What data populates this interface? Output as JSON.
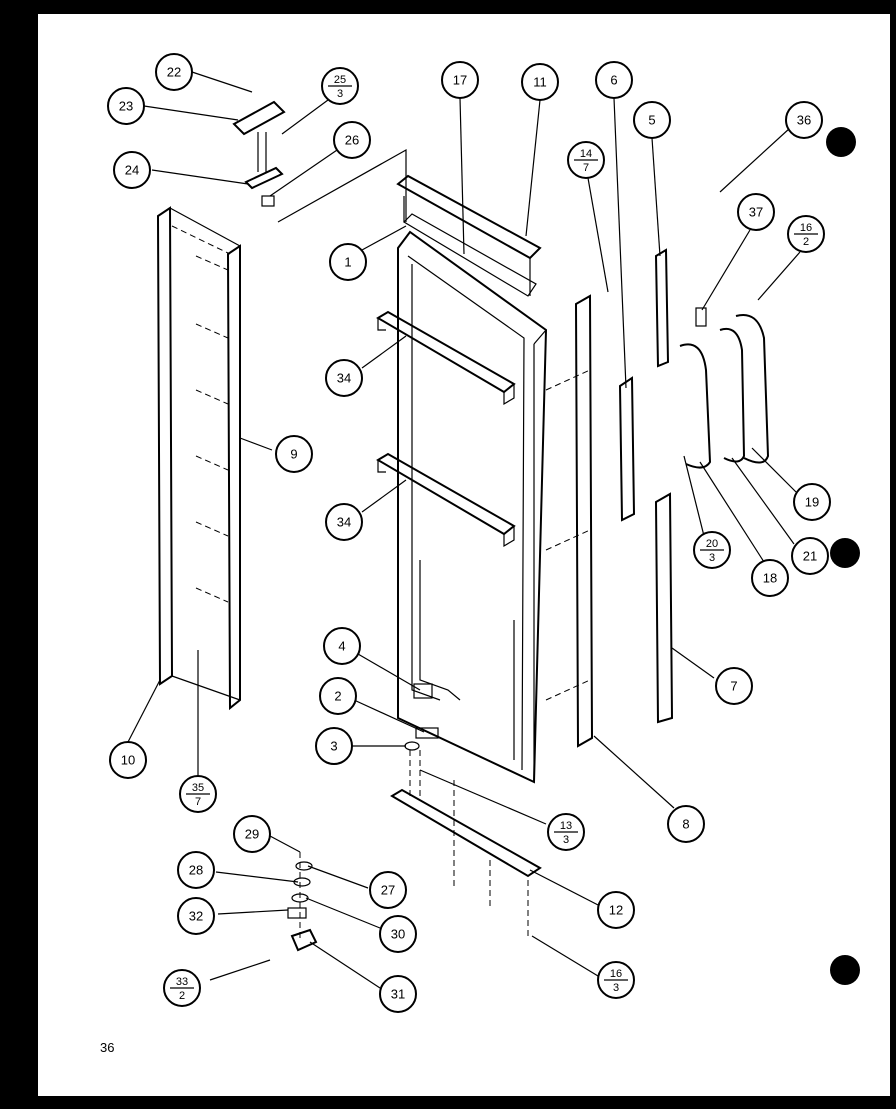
{
  "page": {
    "number": "36"
  },
  "callouts": [
    {
      "id": "c22",
      "label": "22"
    },
    {
      "id": "c23",
      "label": "23"
    },
    {
      "id": "c25",
      "top": "25",
      "bottom": "3"
    },
    {
      "id": "c24",
      "label": "24"
    },
    {
      "id": "c26",
      "label": "26"
    },
    {
      "id": "c17",
      "label": "17"
    },
    {
      "id": "c11",
      "label": "11"
    },
    {
      "id": "c6",
      "label": "6"
    },
    {
      "id": "c5",
      "label": "5"
    },
    {
      "id": "c36",
      "label": "36"
    },
    {
      "id": "c14",
      "top": "14",
      "bottom": "7"
    },
    {
      "id": "c37",
      "label": "37"
    },
    {
      "id": "c16a",
      "top": "16",
      "bottom": "2"
    },
    {
      "id": "c1",
      "label": "1"
    },
    {
      "id": "c34a",
      "label": "34"
    },
    {
      "id": "c9",
      "label": "9"
    },
    {
      "id": "c19",
      "label": "19"
    },
    {
      "id": "c34b",
      "label": "34"
    },
    {
      "id": "c20",
      "top": "20",
      "bottom": "3"
    },
    {
      "id": "c21",
      "label": "21"
    },
    {
      "id": "c18",
      "label": "18"
    },
    {
      "id": "c4",
      "label": "4"
    },
    {
      "id": "c7",
      "label": "7"
    },
    {
      "id": "c2",
      "label": "2"
    },
    {
      "id": "c10",
      "label": "10"
    },
    {
      "id": "c3",
      "label": "3"
    },
    {
      "id": "c35",
      "top": "35",
      "bottom": "7"
    },
    {
      "id": "c13",
      "top": "13",
      "bottom": "3"
    },
    {
      "id": "c8",
      "label": "8"
    },
    {
      "id": "c29",
      "label": "29"
    },
    {
      "id": "c28",
      "label": "28"
    },
    {
      "id": "c27",
      "label": "27"
    },
    {
      "id": "c12",
      "label": "12"
    },
    {
      "id": "c32",
      "label": "32"
    },
    {
      "id": "c30",
      "label": "30"
    },
    {
      "id": "c33",
      "top": "33",
      "bottom": "2"
    },
    {
      "id": "c31",
      "label": "31"
    },
    {
      "id": "c16b",
      "top": "16",
      "bottom": "3"
    }
  ]
}
